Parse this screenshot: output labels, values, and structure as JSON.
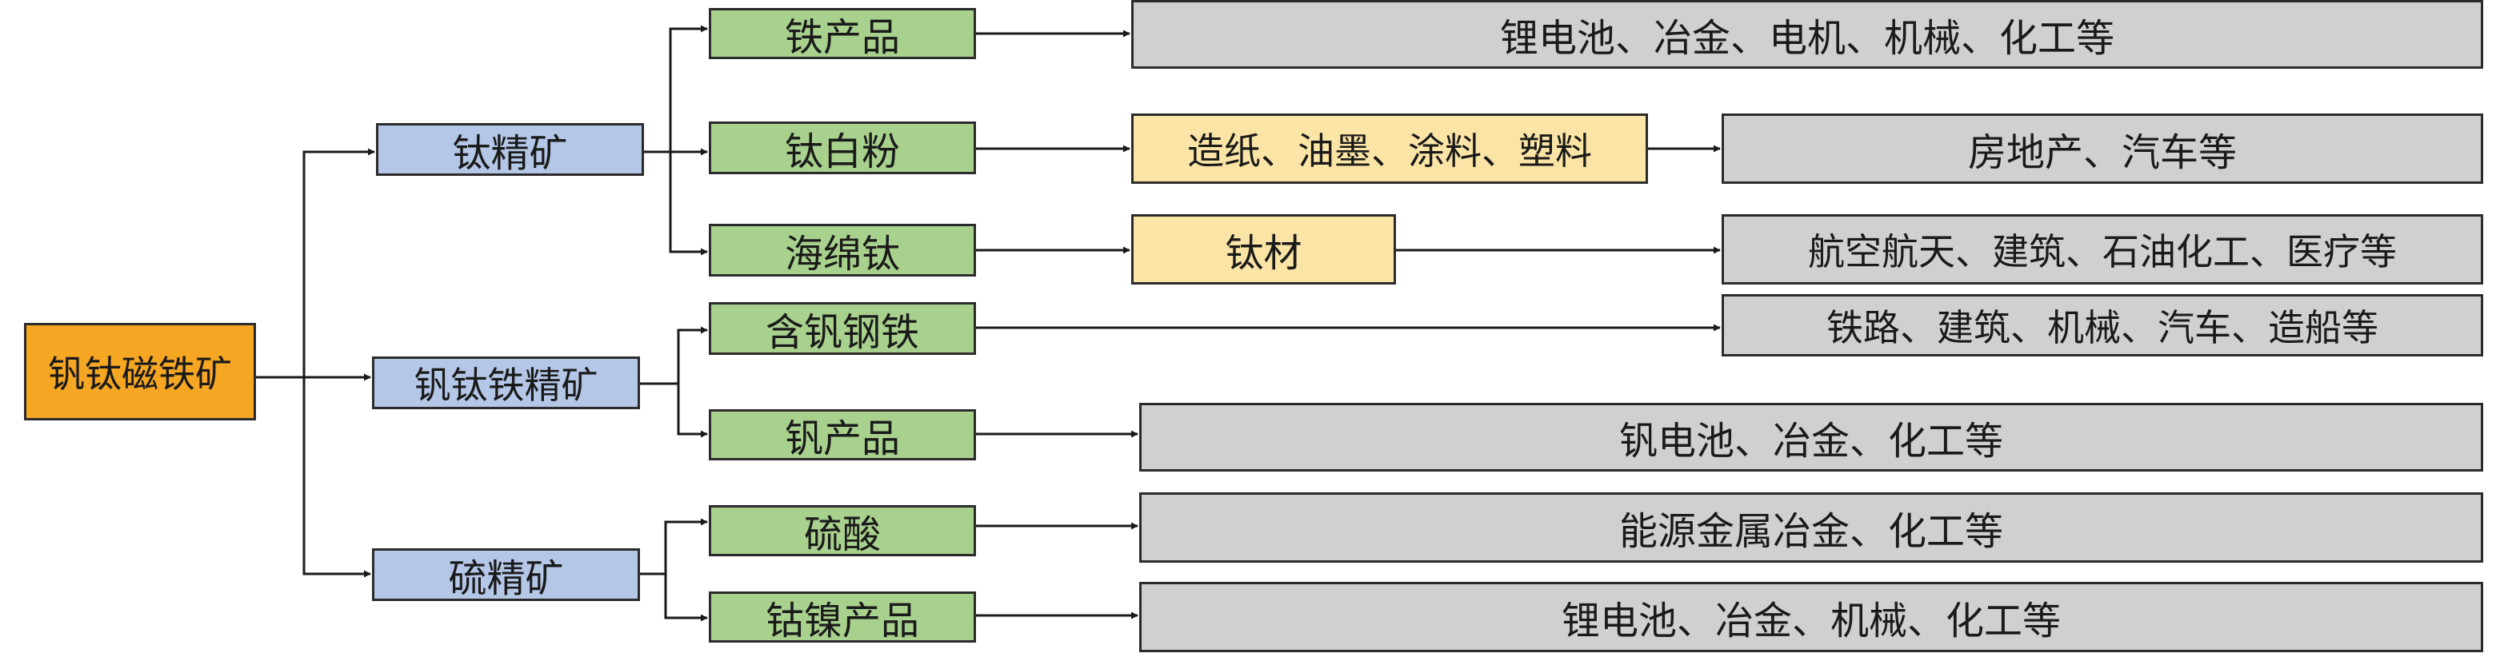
{
  "root": {
    "label": "钒钛磁铁矿",
    "color": "#f5a623"
  },
  "level1": {
    "titanium_concentrate": "钛精矿",
    "vti_iron_concentrate": "钒钛铁精矿",
    "sulfur_concentrate": "硫精矿",
    "color": "#b4c7e7"
  },
  "products": {
    "iron_products": "铁产品",
    "titanium_dioxide": "钛白粉",
    "sponge_titanium": "海绵钛",
    "vanadium_steel": "含钒钢铁",
    "vanadium_products": "钒产品",
    "sulfuric_acid": "硫酸",
    "cobalt_nickel_products": "钴镍产品",
    "color": "#a9d18e"
  },
  "intermediates": {
    "paper_ink_coatings_plastics": "造纸、油墨、涂料、塑料",
    "titanium_materials": "钛材",
    "color": "#fbe5a6"
  },
  "applications": {
    "iron": "锂电池、冶金、电机、机械、化工等",
    "realestate_auto": "房地产、汽车等",
    "aerospace": "航空航天、建筑、石油化工、医疗等",
    "railway": "铁路、建筑、机械、汽车、造船等",
    "vanadium": "钒电池、冶金、化工等",
    "energy_metals": "能源金属冶金、化工等",
    "cobalt_nickel": "锂电池、冶金、机械、化工等",
    "color": "#d0d0d0"
  }
}
